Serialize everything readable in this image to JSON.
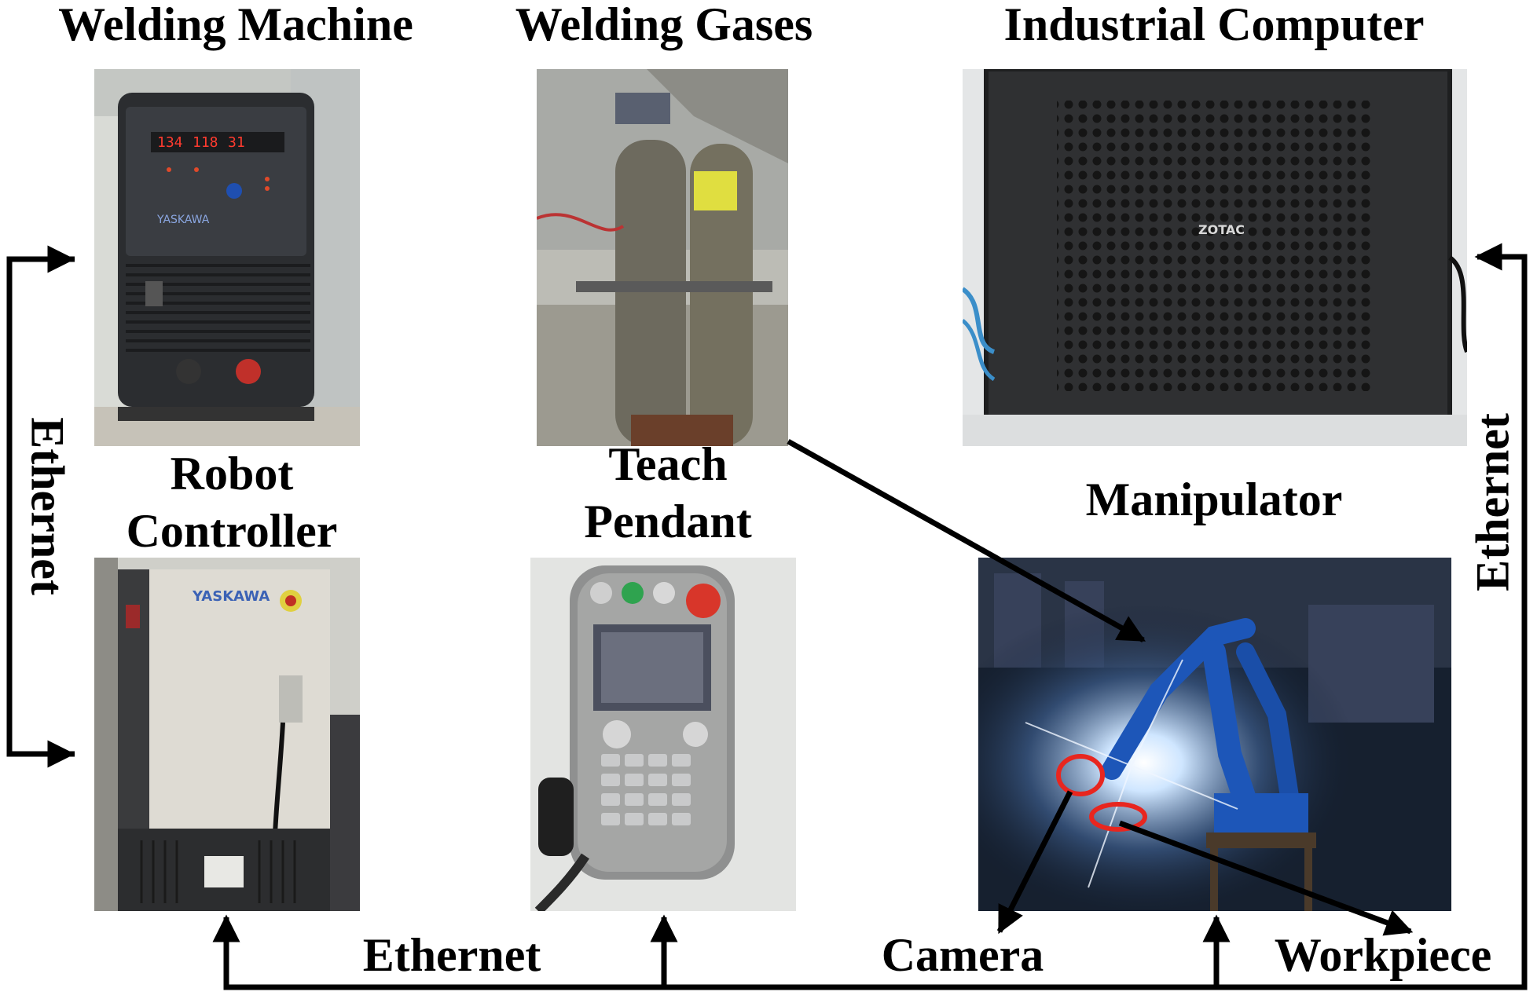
{
  "labels": {
    "welding_machine": "Welding Machine",
    "welding_gases": "Welding Gases",
    "industrial_computer": "Industrial Computer",
    "robot_controller_line1": "Robot",
    "robot_controller_line2": "Controller",
    "teach_pendant_line1": "Teach",
    "teach_pendant_line2": "Pendant",
    "manipulator": "Manipulator",
    "ethernet_left": "Ethernet",
    "ethernet_right": "Ethernet",
    "ethernet_bottom": "Ethernet",
    "camera": "Camera",
    "workpiece": "Workpiece"
  },
  "photo_text": {
    "machine_display": [
      "134",
      "118",
      "31"
    ],
    "machine_brand": "YASKAWA",
    "computer_brand": "ZOTAC",
    "controller_brand": "YASKAWA"
  },
  "colors": {
    "line": "#000000",
    "highlight_circle": "#e8261f",
    "weld_glow": "#cfe6ff"
  }
}
